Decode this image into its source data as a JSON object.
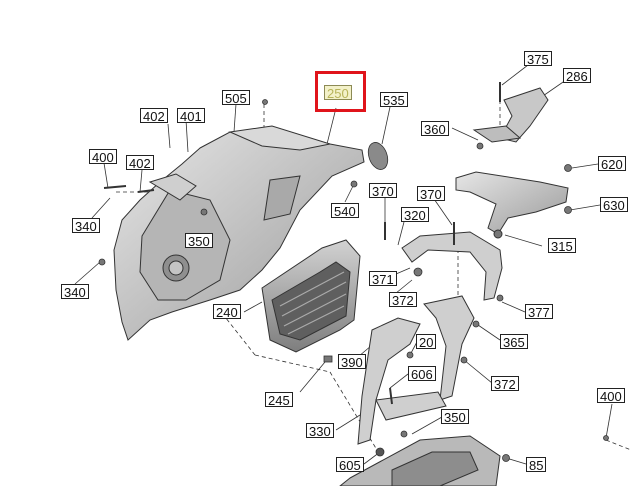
{
  "diagram": {
    "selected_callout": "250",
    "colors": {
      "highlight": "#e0141b",
      "selected_text": "#b7b35a",
      "selected_fill": "#f3f1c9",
      "line": "#333333"
    },
    "callouts": {
      "c375": "375",
      "c286": "286",
      "c250": "250",
      "c535": "535",
      "c505": "505",
      "c402a": "402",
      "c401": "401",
      "c400a": "400",
      "c402b": "402",
      "c340a": "340",
      "c350a": "350",
      "c540": "540",
      "c370a": "370",
      "c360": "360",
      "c620": "620",
      "c630": "630",
      "c370b": "370",
      "c320": "320",
      "c315": "315",
      "c340b": "340",
      "c371": "371",
      "c240": "240",
      "c372a": "372",
      "c377": "377",
      "c20": "20",
      "c365": "365",
      "c390": "390",
      "c606": "606",
      "c372b": "372",
      "c245": "245",
      "c400b": "400",
      "c350b": "350",
      "c330": "330",
      "c605": "605",
      "c85": "85"
    }
  }
}
